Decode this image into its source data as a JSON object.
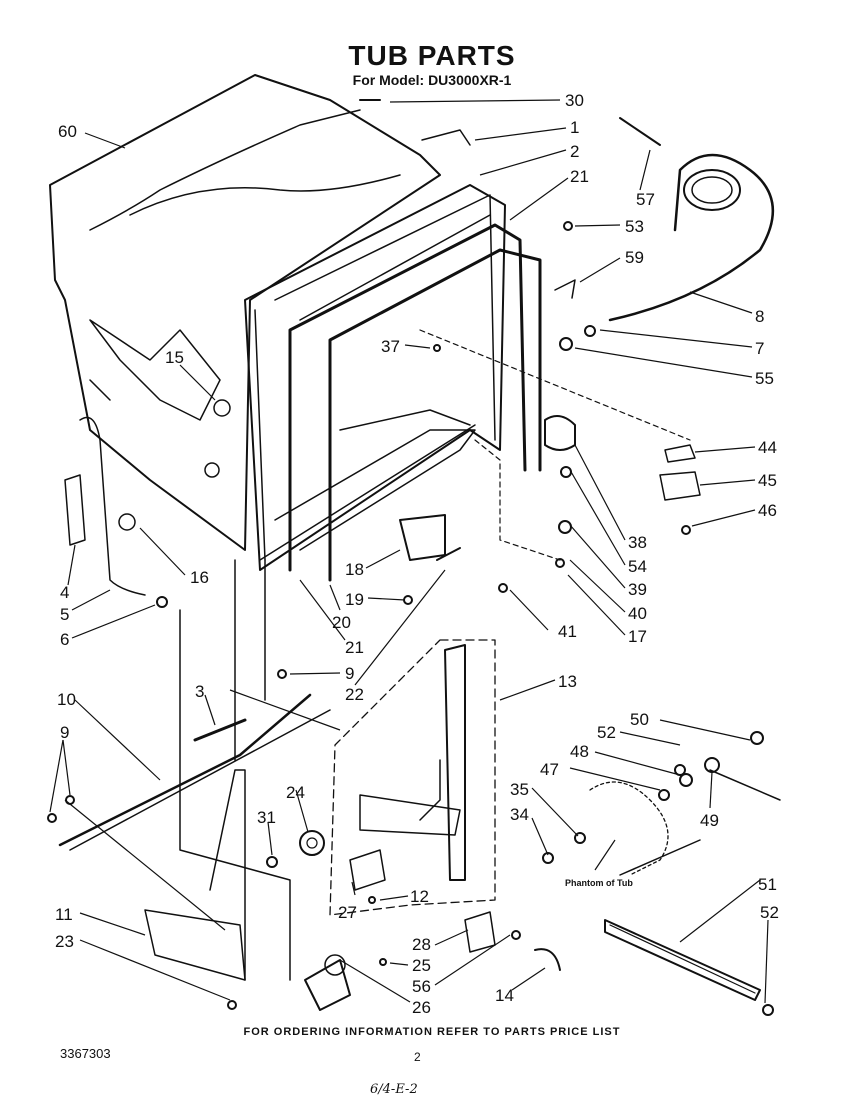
{
  "header": {
    "title": "TUB PARTS",
    "subtitle": "For Model: DU3000XR-1"
  },
  "footer": {
    "ordering_note": "FOR ORDERING INFORMATION REFER TO PARTS PRICE LIST",
    "doc_number": "3367303",
    "page_number": "2",
    "handwritten_mark": "6/4-E-2"
  },
  "callouts": {
    "phantom_of_tub": "Phantom of Tub"
  },
  "part_labels": [
    "60",
    "30",
    "1",
    "2",
    "21",
    "57",
    "53",
    "59",
    "8",
    "7",
    "55",
    "37",
    "15",
    "44",
    "45",
    "46",
    "38",
    "54",
    "39",
    "40",
    "17",
    "41",
    "18",
    "19",
    "20",
    "21",
    "16",
    "4",
    "5",
    "6",
    "9",
    "3",
    "22",
    "13",
    "10",
    "9",
    "50",
    "52",
    "48",
    "47",
    "49",
    "35",
    "34",
    "24",
    "31",
    "11",
    "23",
    "27",
    "12",
    "28",
    "25",
    "56",
    "26",
    "14",
    "51",
    "52"
  ],
  "colors": {
    "ink": "#111111",
    "paper": "#ffffff"
  }
}
